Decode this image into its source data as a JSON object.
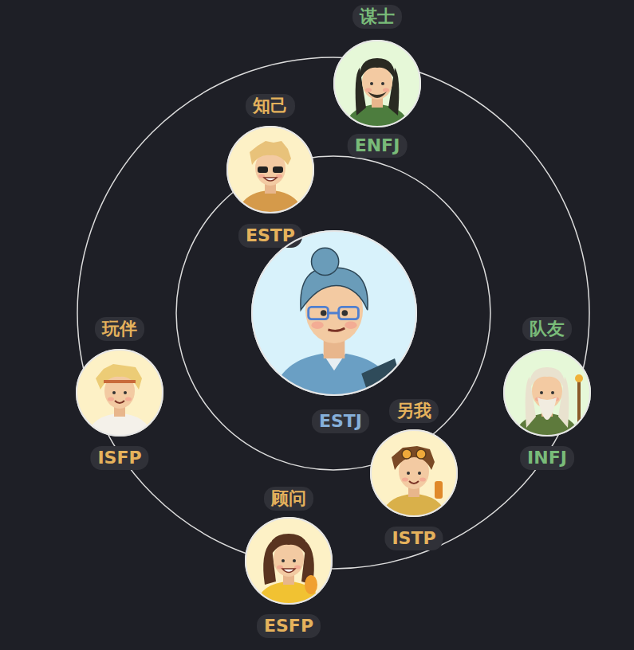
{
  "diagram": {
    "nodes": [
      {
        "text": [
          "谋士",
          "ENFJ"
        ]
      },
      {
        "text": [
          "知己",
          "ESTP"
        ]
      },
      {
        "text": [
          "ESTJ"
        ]
      },
      {
        "text": [
          "玩伴",
          "ISFP"
        ]
      },
      {
        "text": [
          "队友",
          "INFJ"
        ]
      },
      {
        "text": [
          "另我",
          "ISTP"
        ]
      },
      {
        "text": [
          "顾问",
          "ESFP"
        ]
      }
    ]
  }
}
